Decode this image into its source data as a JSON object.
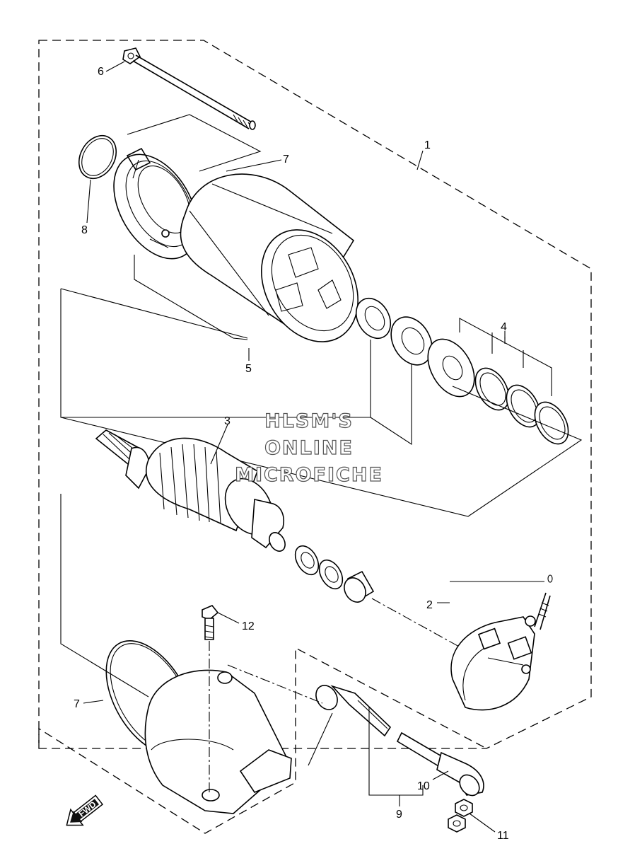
{
  "diagram": {
    "callouts": {
      "c1": "1",
      "c2": "2",
      "c3": "3",
      "c4": "4",
      "c5": "5",
      "c6": "6",
      "c7a": "7",
      "c7b": "7",
      "c8": "8",
      "c9": "9",
      "c10": "10",
      "c11": "11",
      "c12": "12"
    },
    "watermark": {
      "line1": "HLSM'S",
      "line2": "ONLINE",
      "line3": "MICROFICHE"
    },
    "fwd_arrow": {
      "label": "FWD"
    }
  }
}
